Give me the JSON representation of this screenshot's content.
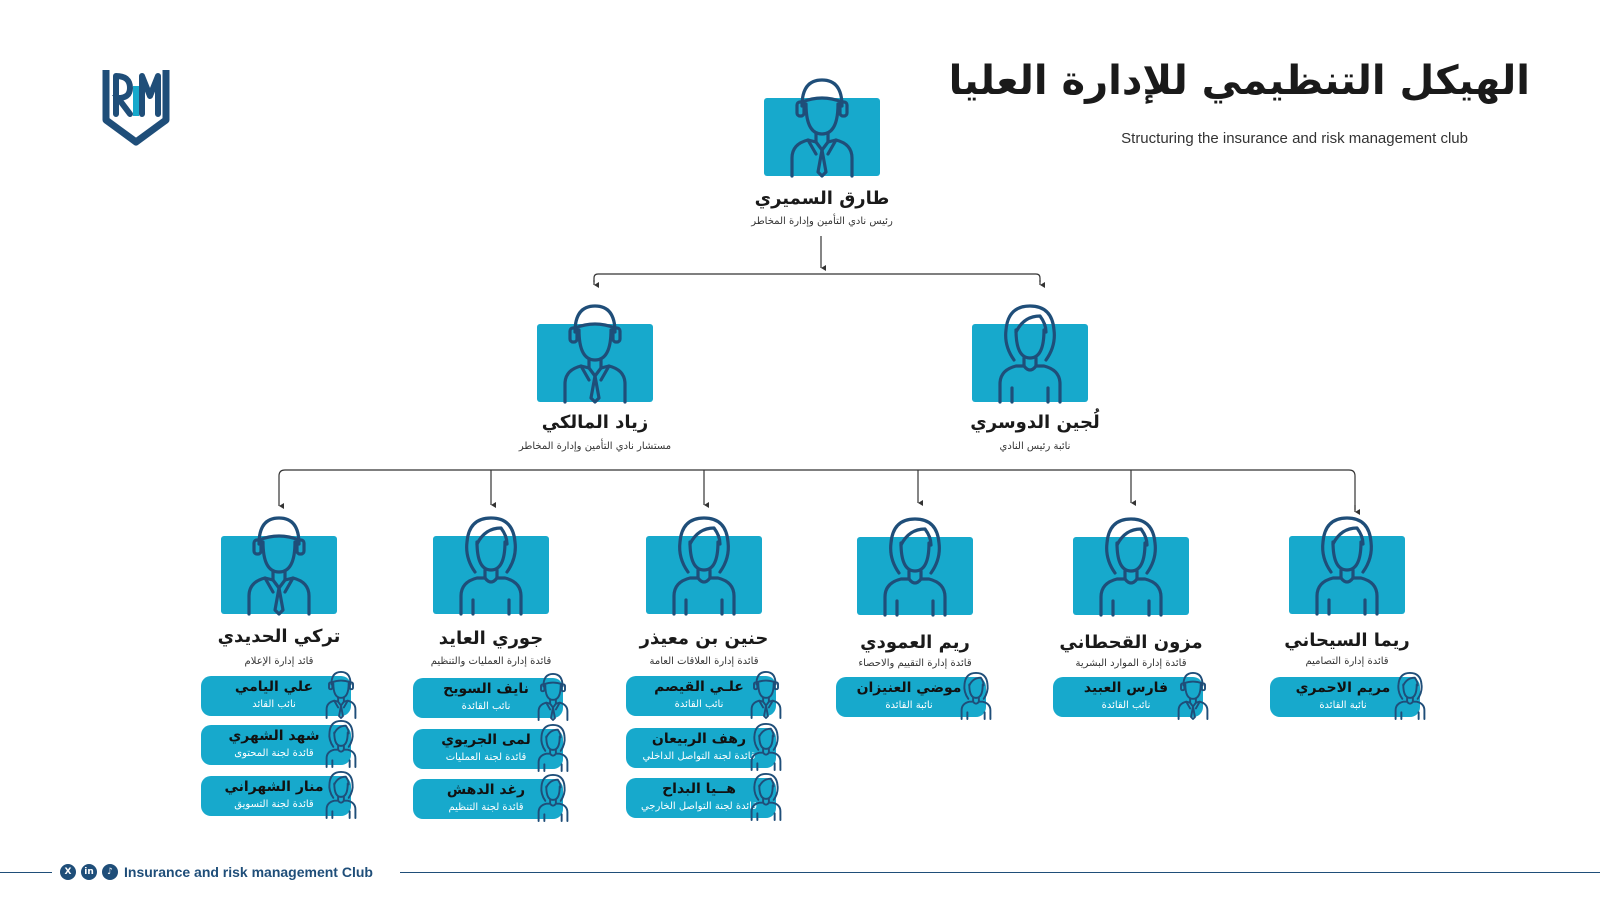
{
  "header": {
    "title": "الهيكل التنظيمي للإدارة العليا",
    "subtitle": "Structuring the insurance and risk management club",
    "logo_icon": "rim-logo-icon"
  },
  "colors": {
    "card": "#17a9cc",
    "outline": "#1f4e79",
    "line": "#333333"
  },
  "top": {
    "name": "طارق السميري",
    "role": "رئيس نادي التأمين وإدارة المخاطر",
    "icon": "man-icon"
  },
  "second": [
    {
      "name": "زياد المالكي",
      "role": "مستشار نادي التأمين وإدارة المخاطر",
      "icon": "man-icon"
    },
    {
      "name": "لُجين الدوسري",
      "role": "نائبة رئيس النادي",
      "icon": "woman-icon"
    }
  ],
  "leaders": [
    {
      "name": "تركي الحديدي",
      "role": "قائد إدارة الإعلام",
      "icon": "man-icon",
      "members": [
        {
          "name": "علي اليامي",
          "role": "نائب القائد",
          "icon": "man-icon"
        },
        {
          "name": "شهد الشهري",
          "role": "قائدة لجنة المحتوى",
          "icon": "woman-icon"
        },
        {
          "name": "منار الشهراني",
          "role": "قائدة لجنة التسويق",
          "icon": "woman-icon"
        }
      ]
    },
    {
      "name": "جوري العايد",
      "role": "قائدة إدارة العمليات والتنظيم",
      "icon": "woman-icon",
      "members": [
        {
          "name": "نايف السويح",
          "role": "نائب القائدة",
          "icon": "man-icon"
        },
        {
          "name": "لمى الجريوي",
          "role": "قائدة لجنة العمليات",
          "icon": "woman-icon"
        },
        {
          "name": "رغد الدهش",
          "role": "قائدة لجنة التنظيم",
          "icon": "woman-icon"
        }
      ]
    },
    {
      "name": "حنين بن معيذر",
      "role": "قائدة إدارة العلاقات العامة",
      "icon": "woman-icon",
      "members": [
        {
          "name": "علـي القيصم",
          "role": "نائب القائدة",
          "icon": "man-icon"
        },
        {
          "name": "رهف الربيعان",
          "role": "قائدة لجنة التواصل الداخلي",
          "icon": "woman-icon"
        },
        {
          "name": "هــيا البداح",
          "role": "قائدة لجنة التواصل الخارجي",
          "icon": "woman-icon"
        }
      ]
    },
    {
      "name": "ريم العمودي",
      "role": "قائدة إدارة التقييم والاحصاء",
      "icon": "woman-icon",
      "members": [
        {
          "name": "موضي العنيزان",
          "role": "نائبة القائدة",
          "icon": "woman-icon"
        }
      ]
    },
    {
      "name": "مزون القحطاني",
      "role": "قائدة إدارة الموارد البشرية",
      "icon": "woman-icon",
      "members": [
        {
          "name": "فارس العبيد",
          "role": "نائب القائدة",
          "icon": "man-icon"
        }
      ]
    },
    {
      "name": "ريما السيحاني",
      "role": "قائدة إدارة التصاميم",
      "icon": "woman-icon",
      "members": [
        {
          "name": "مريم الاحمري",
          "role": "نائبة القائدة",
          "icon": "woman-icon"
        }
      ]
    }
  ],
  "footer": {
    "text": "Insurance and risk management Club",
    "social": [
      {
        "icon": "x-icon",
        "glyph": "X"
      },
      {
        "icon": "linkedin-icon",
        "glyph": "in"
      },
      {
        "icon": "tiktok-icon",
        "glyph": "♪"
      }
    ]
  }
}
